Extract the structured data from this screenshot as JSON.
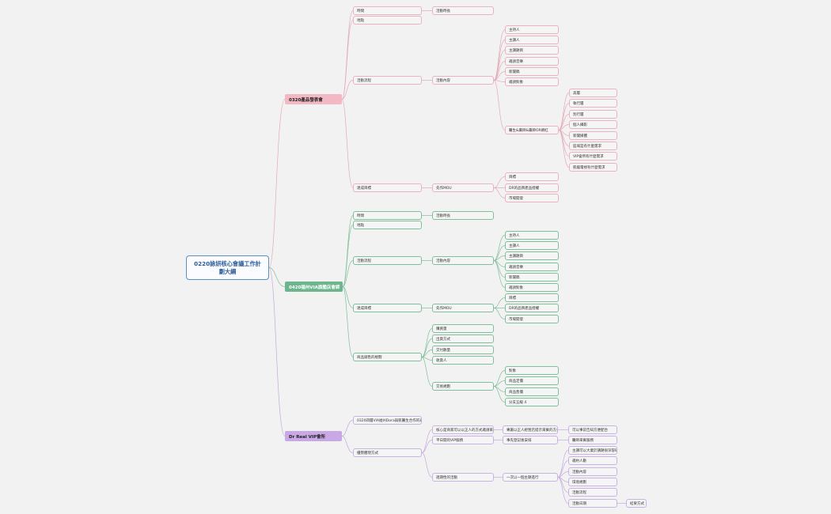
{
  "root": "0220詠妍核心會議工作計劃大綱",
  "branches": [
    {
      "label": "0320產品發表會",
      "children": [
        {
          "label": "時間",
          "children": [
            {
              "label": "活動時長"
            }
          ]
        },
        {
          "label": "地點"
        },
        {
          "label": "活動流程",
          "children": [
            {
              "label": "活動內容",
              "children": [
                {
                  "label": "主持人"
                },
                {
                  "label": "主講人"
                },
                {
                  "label": "主講題目"
                },
                {
                  "label": "邀請音樂"
                },
                {
                  "label": "新聞稿"
                },
                {
                  "label": "邀請對象"
                },
                {
                  "label": "醫生&藥師&藥師OR網紅",
                  "children": [
                    {
                      "label": "高層"
                    },
                    {
                      "label": "執行層"
                    },
                    {
                      "label": "別行層"
                    },
                    {
                      "label": "個人攝影"
                    },
                    {
                      "label": "新聞媒體"
                    },
                    {
                      "label": "區域是有什麼需求"
                    },
                    {
                      "label": "VIP會所有什麼需求"
                    },
                    {
                      "label": "凱薩電視有什麼需求"
                    }
                  ]
                }
              ]
            }
          ]
        },
        {
          "label": "達成目標",
          "children": [
            {
              "label": "先作MOU",
              "children": [
                {
                  "label": "目標"
                },
                {
                  "label": "DR的品牌產品授權"
                },
                {
                  "label": "市場開發"
                }
              ]
            }
          ]
        }
      ]
    },
    {
      "label": "0420福州VIA旗艦店會師",
      "children": [
        {
          "label": "時間",
          "children": [
            {
              "label": "活動時長"
            }
          ]
        },
        {
          "label": "地點"
        },
        {
          "label": "活動流程",
          "children": [
            {
              "label": "活動內容",
              "children": [
                {
                  "label": "主持人"
                },
                {
                  "label": "主講人"
                },
                {
                  "label": "主講題目"
                },
                {
                  "label": "邀請音樂"
                },
                {
                  "label": "新聞稿"
                },
                {
                  "label": "邀請對象"
                }
              ]
            }
          ]
        },
        {
          "label": "達成目標",
          "children": [
            {
              "label": "先作MOU",
              "children": [
                {
                  "label": "目標"
                },
                {
                  "label": "DR的品牌產品授權"
                },
                {
                  "label": "市場開發"
                }
              ]
            }
          ]
        },
        {
          "label": "商品銷售的規劃",
          "children": [
            {
              "label": "購買量"
            },
            {
              "label": "出貨方式"
            },
            {
              "label": "交付數量"
            },
            {
              "label": "收貨人"
            },
            {
              "label": "交易規劃",
              "children": [
                {
                  "label": "對象"
                },
                {
                  "label": "商品定價"
                },
                {
                  "label": "商品售價"
                },
                {
                  "label": "分支五級 4"
                }
              ]
            }
          ]
        }
      ]
    },
    {
      "label": "Dr Real VIP會所",
      "children": [
        {
          "label": "0320四層VIA福州Dora與凱醫生合作的邀請"
        },
        {
          "label": "優勢體現方式",
          "children": [
            {
              "label": "核心是商家可以以正人的方式邀請來賓",
              "children": [
                {
                  "label": "專屬以正人經營店提示來賓的方式",
                  "children": [
                    {
                      "label": "可以事前告知方便配合"
                    }
                  ]
                }
              ]
            },
            {
              "label": "平日開的VIP服務",
              "children": [
                {
                  "label": "事先登記後安排",
                  "children": [
                    {
                      "label": "醫師來賓服務"
                    }
                  ]
                }
              ]
            },
            {
              "label": "週期性的活動",
              "children": [
                {
                  "label": "一次以一個主題進行",
                  "children": [
                    {
                      "label": "主講可以大業於講題很深容研"
                    },
                    {
                      "label": "邀約人數"
                    },
                    {
                      "label": "活動內容"
                    },
                    {
                      "label": "環境規劃"
                    },
                    {
                      "label": "活動流程"
                    },
                    {
                      "label": "活動日期",
                      "children": [
                        {
                          "label": "結果方式"
                        }
                      ]
                    }
                  ]
                }
              ]
            }
          ]
        }
      ]
    }
  ]
}
